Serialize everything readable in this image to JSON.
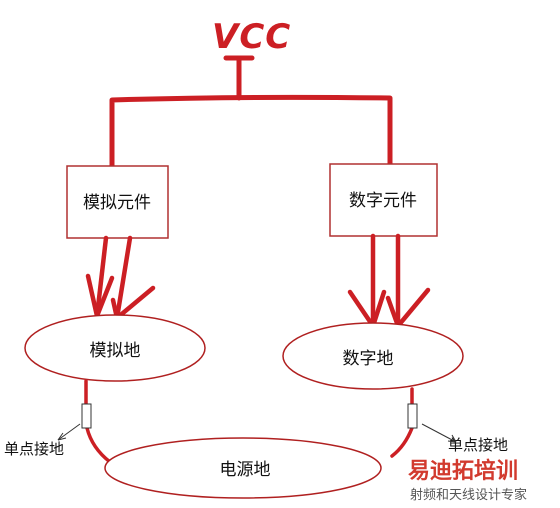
{
  "labels": {
    "vcc": "VCC",
    "analog_component": "模拟元件",
    "digital_component": "数字元件",
    "analog_ground": "模拟地",
    "digital_ground": "数字地",
    "power_ground": "电源地",
    "single_point_left": "单点接地",
    "single_point_right": "单点接地"
  },
  "watermark": {
    "title": "易迪拓培训",
    "subtitle": "射频和天线设计专家"
  },
  "colors": {
    "wire": "#cc1f24",
    "box_border": "#b03030",
    "ellipse_border": "#b02020",
    "watermark_red": "#d23a2e"
  }
}
